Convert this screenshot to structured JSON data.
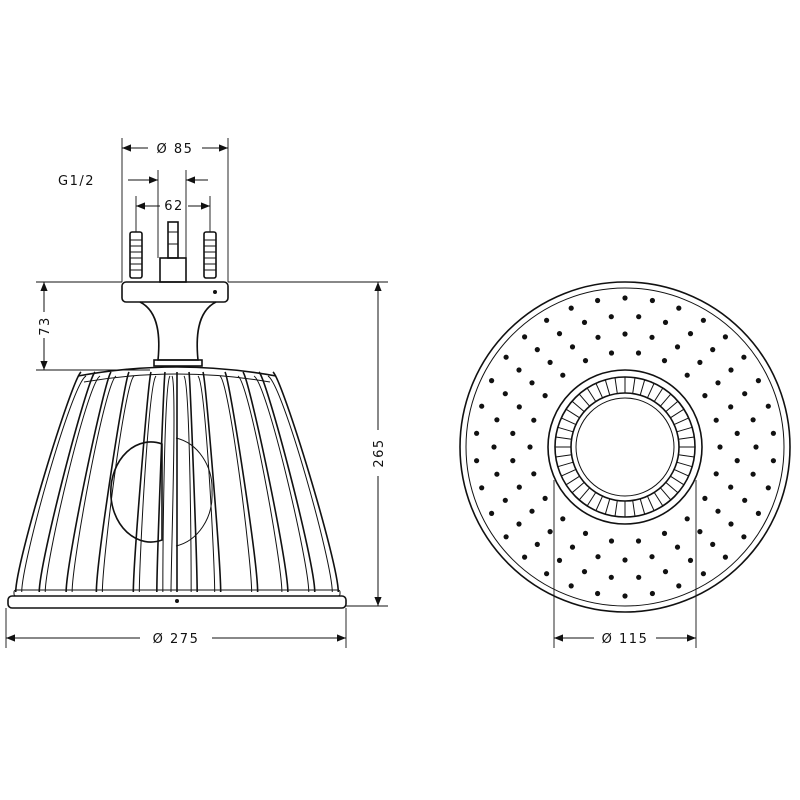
{
  "dimensions": {
    "outer_diameter": "Ø 85",
    "thread": "G1/2",
    "inner_spacing": "62",
    "neck_height": "73",
    "total_height": "265",
    "head_diameter": "Ø 275",
    "center_diameter": "Ø 115"
  },
  "colors": {
    "line": "#111111",
    "background": "#ffffff"
  }
}
